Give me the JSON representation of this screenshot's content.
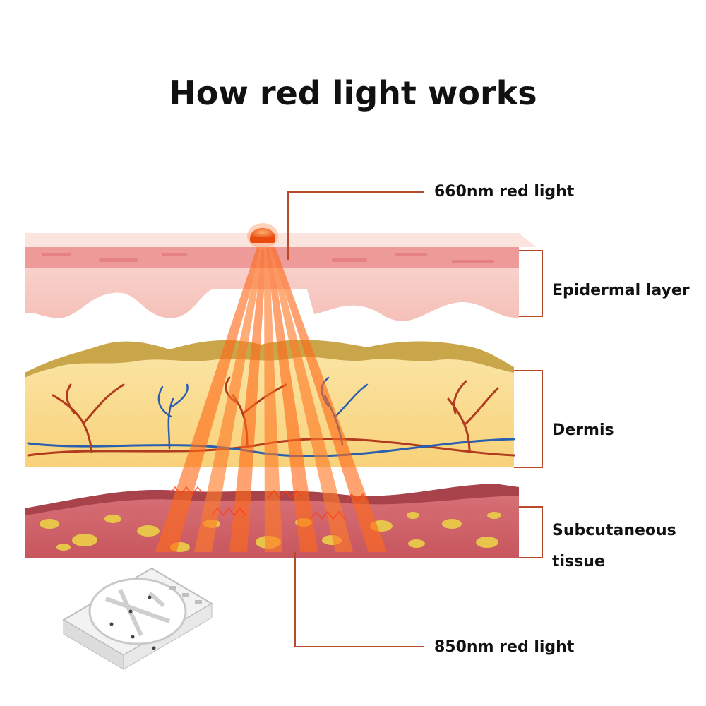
{
  "title": "How red light works",
  "labels": {
    "light_660": "660nm red light",
    "epidermal": "Epidermal layer",
    "dermis": "Dermis",
    "subcutaneous_line1": "Subcutaneous",
    "subcutaneous_line2": "tissue",
    "light_850": "850nm red light"
  },
  "colors": {
    "leader_line": "#b84a2a",
    "epidermis": "#f6c7c0",
    "epidermis_top": "#e9878a",
    "dermis": "#fbd98a",
    "dermis_top": "#c9a64a",
    "subcutaneous": "#c9616a",
    "fat_cells": "#e8c44a",
    "light_beam": "#ff6a1a",
    "artery": "#b23a1e",
    "vein": "#2a5fb0"
  }
}
